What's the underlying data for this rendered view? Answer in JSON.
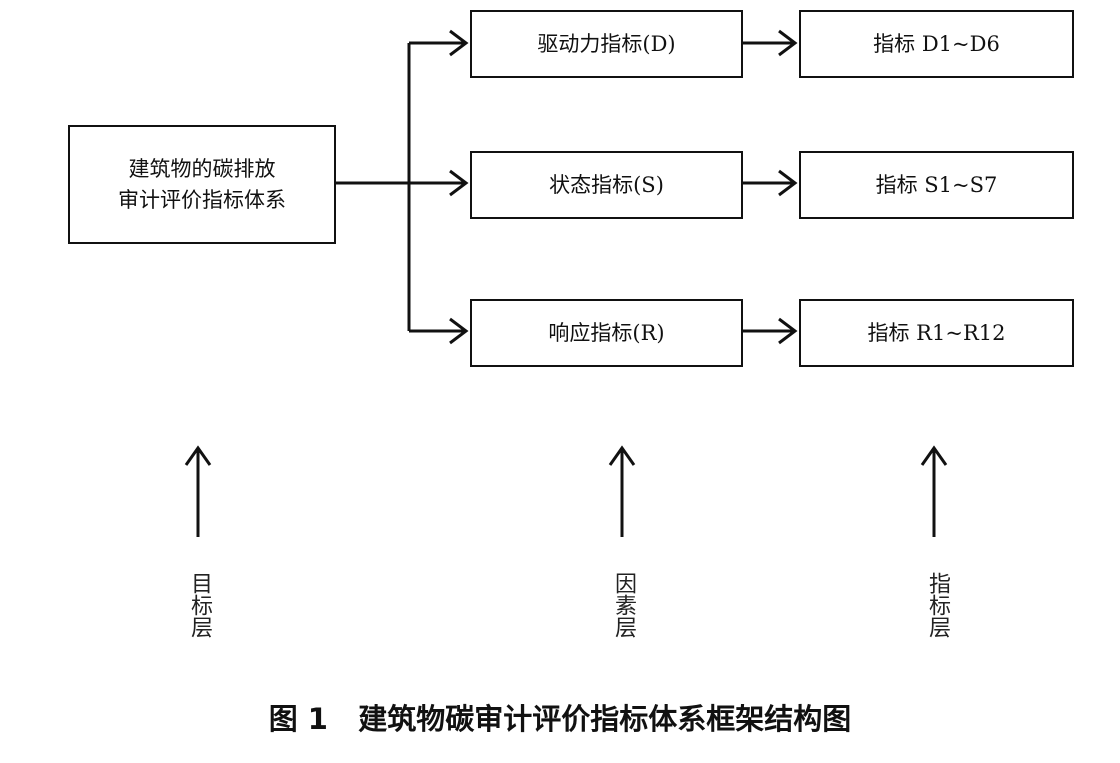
{
  "goal": {
    "line1": "建筑物的碳排放",
    "line2": "审计评价指标体系"
  },
  "factors": [
    {
      "id": "D",
      "label": "驱动力指标(D)"
    },
    {
      "id": "S",
      "label": "状态指标(S)"
    },
    {
      "id": "R",
      "label": "响应指标(R)"
    }
  ],
  "indicators": [
    {
      "label": "指标 D1~D6"
    },
    {
      "label": "指标 S1~S7"
    },
    {
      "label": "指标 R1~R12"
    }
  ],
  "layers": {
    "goal": "目标层",
    "factor": "因素层",
    "indicator": "指标层"
  },
  "caption": {
    "figure_no": "图 1",
    "title": "建筑物碳审计评价指标体系框架结构图"
  }
}
